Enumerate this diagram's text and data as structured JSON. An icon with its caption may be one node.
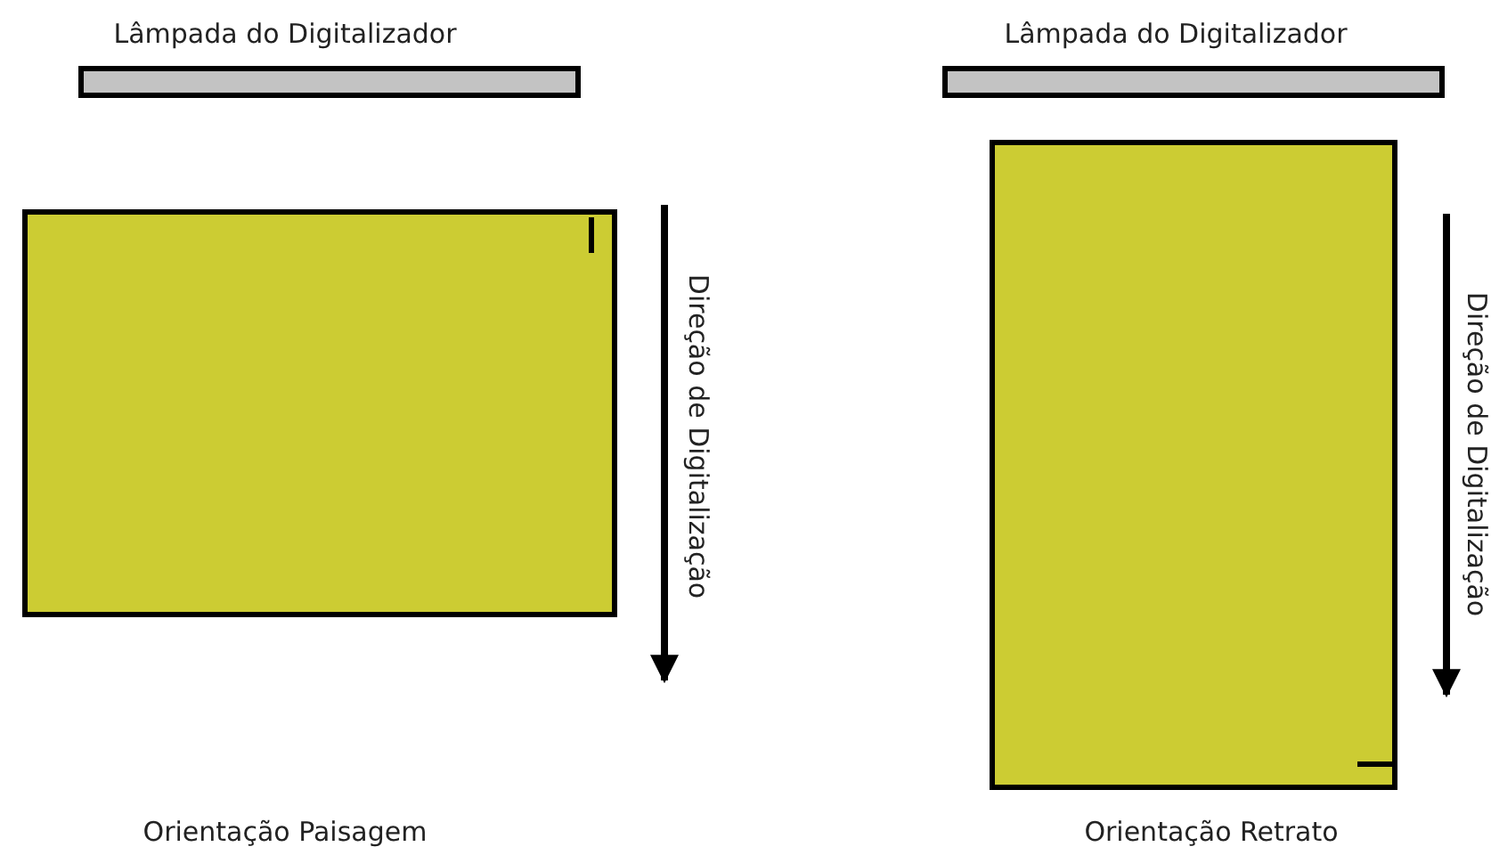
{
  "diagram": {
    "nodes": [
      {
        "text": [
          "Lâmpada do Digitalizador"
        ]
      },
      {
        "text": [
          "Lâmpada do Digitalizador"
        ]
      }
    ],
    "labels": [
      "Direção de Digitalização",
      "Direção de Digitalização",
      "Orientação Paisagem",
      "Orientação Retrato"
    ]
  }
}
